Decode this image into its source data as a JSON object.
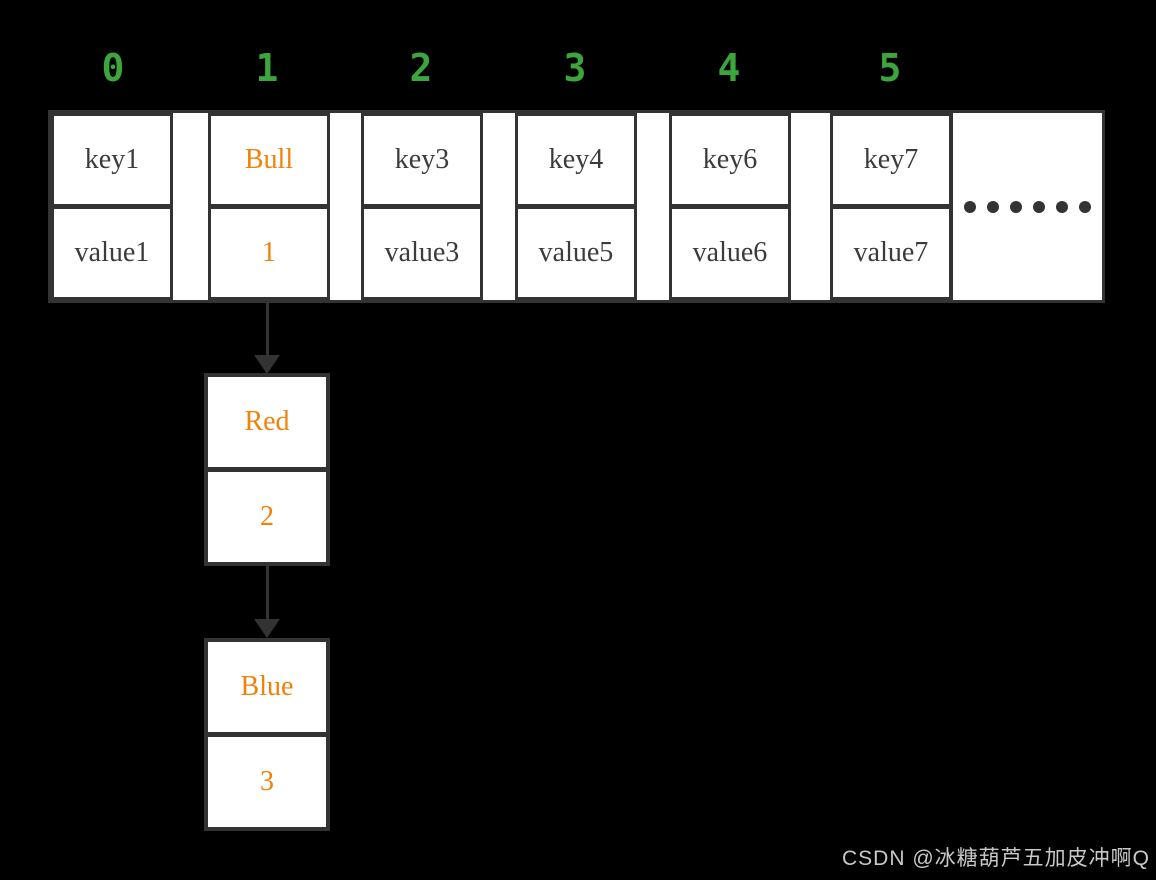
{
  "colors": {
    "green": "#3CA53C",
    "orange": "#F0820A",
    "dark": "#333333",
    "bg": "#000000",
    "cellbg": "#FFFFFF",
    "watermark": "#C9C9C9"
  },
  "diagram": {
    "index_labels": [
      "0",
      "1",
      "2",
      "3",
      "4",
      "5"
    ],
    "buckets": [
      {
        "key": "key1",
        "value": "value1",
        "highlight": false
      },
      {
        "key": "Bull",
        "value": "1",
        "highlight": true
      },
      {
        "key": "key3",
        "value": "value3",
        "highlight": false
      },
      {
        "key": "key4",
        "value": "value5",
        "highlight": false
      },
      {
        "key": "key6",
        "value": "value6",
        "highlight": false
      },
      {
        "key": "key7",
        "value": "value7",
        "highlight": false
      }
    ],
    "ellipsis_dots": 6,
    "chain": [
      {
        "key": "Red",
        "value": "2"
      },
      {
        "key": "Blue",
        "value": "3"
      }
    ]
  },
  "watermark": "CSDN @冰糖葫芦五加皮冲啊Q"
}
